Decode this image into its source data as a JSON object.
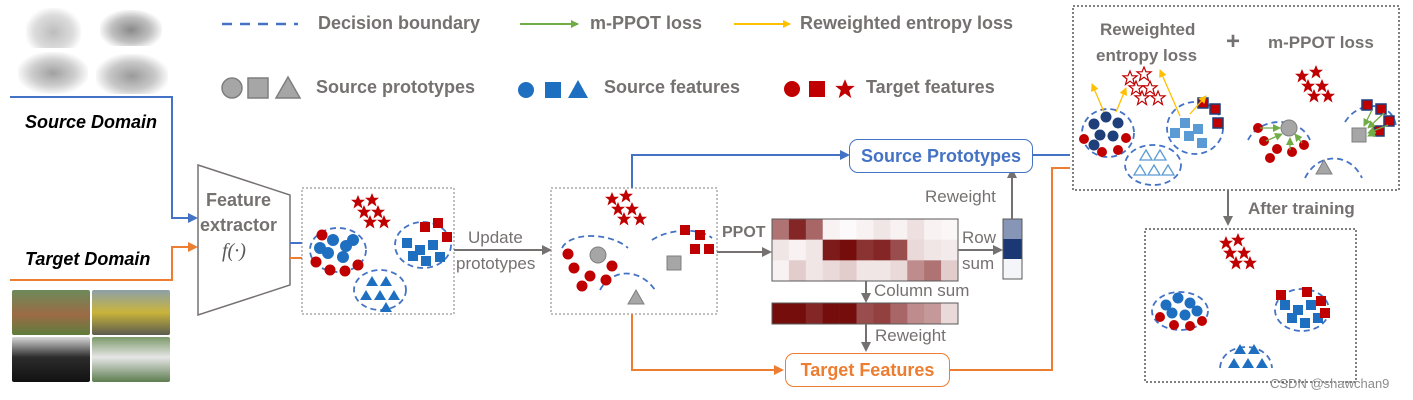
{
  "legend": {
    "decision_boundary": "Decision boundary",
    "mppot_loss": "m-PPOT loss",
    "reweighted_entropy_loss": "Reweighted entropy loss",
    "source_prototypes": "Source prototypes",
    "source_features": "Source features",
    "target_features": "Target features"
  },
  "domains": {
    "source": "Source Domain",
    "target": "Target Domain"
  },
  "extractor": {
    "line1": "Feature",
    "line2": "extractor",
    "func": "f(·)"
  },
  "flow": {
    "update_line1": "Update",
    "update_line2": "prototypes",
    "ppot": "PPOT",
    "row_sum_line1": "Row",
    "row_sum_line2": "sum",
    "reweight_top": "Reweight",
    "column_sum": "Column sum",
    "reweight_bottom": "Reweight",
    "source_prototypes_box": "Source Prototypes",
    "target_features_box": "Target Features",
    "after_training": "After training"
  },
  "losses_panel": {
    "reweighted_line1": "Reweighted",
    "reweighted_line2": "entropy loss",
    "plus": "+",
    "mppot": "m-PPOT loss"
  },
  "watermark": "CSDN @shawchan9",
  "colors": {
    "source_blue": "#1f6fc0",
    "source_dark_blue": "#1f3f7a",
    "source_light_blue": "#5b9bd5",
    "target_red": "#c00000",
    "prototype_gray": "#a6a6a6",
    "boundary_blue": "#4472c4",
    "source_line": "#4472c4",
    "target_line": "#ed7d31",
    "mppot_green": "#70ad47",
    "entropy_yellow": "#ffc000"
  },
  "matrix_plan": {
    "rows": [
      [
        0.55,
        0.85,
        0.6,
        0.05,
        0.02,
        0.05,
        0.1,
        0.05,
        0.12,
        0.05,
        0.03
      ],
      [
        0.1,
        0.05,
        0.1,
        0.9,
        0.95,
        0.8,
        0.85,
        0.7,
        0.15,
        0.1,
        0.08
      ],
      [
        0.05,
        0.2,
        0.1,
        0.15,
        0.2,
        0.1,
        0.1,
        0.15,
        0.45,
        0.55,
        0.2
      ]
    ],
    "column_sum": [
      0.95,
      0.95,
      0.85,
      0.95,
      0.95,
      0.7,
      0.75,
      0.6,
      0.45,
      0.4,
      0.15
    ],
    "row_sum": [
      0.5,
      0.95,
      0.05
    ]
  }
}
